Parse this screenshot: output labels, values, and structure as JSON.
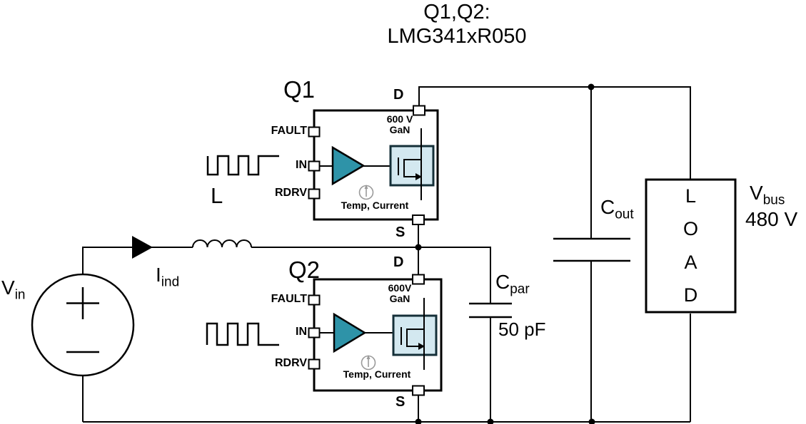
{
  "title": {
    "line1": "Q1,Q2:",
    "line2": "LMG341xR050"
  },
  "colors": {
    "driver_fill": "#2E93A8",
    "fet_box_fill": "#D3E8F0",
    "fet_box_stroke": "#142F38",
    "wire": "#000000"
  },
  "icons": {
    "sense": "gauge-icon",
    "driver": "driver-triangle-icon",
    "current_direction": "right-arrow-icon"
  },
  "input_source": {
    "symbol": "V",
    "subscript": "in"
  },
  "inductor": {
    "label": "L"
  },
  "inductor_current": {
    "symbol": "I",
    "subscript": "ind"
  },
  "q1": {
    "designator": "Q1",
    "pin_fault": "FAULT",
    "pin_in": "IN",
    "pin_rdrv": "RDRV",
    "pin_drain": "D",
    "pin_source": "S",
    "rating_line1": "600 V",
    "rating_line2": "GaN",
    "sense_label": "Temp, Current"
  },
  "q2": {
    "designator": "Q2",
    "pin_fault": "FAULT",
    "pin_in": "IN",
    "pin_rdrv": "RDRV",
    "pin_drain": "D",
    "pin_source": "S",
    "rating_line1": "600V",
    "rating_line2": "GaN",
    "sense_label": "Temp, Current"
  },
  "cpar": {
    "symbol": "C",
    "subscript": "par",
    "value": "50 pF"
  },
  "cout": {
    "symbol": "C",
    "subscript": "out"
  },
  "load": {
    "letters": [
      "L",
      "O",
      "A",
      "D"
    ]
  },
  "vbus": {
    "symbol": "V",
    "subscript": "bus",
    "value": "480 V"
  }
}
